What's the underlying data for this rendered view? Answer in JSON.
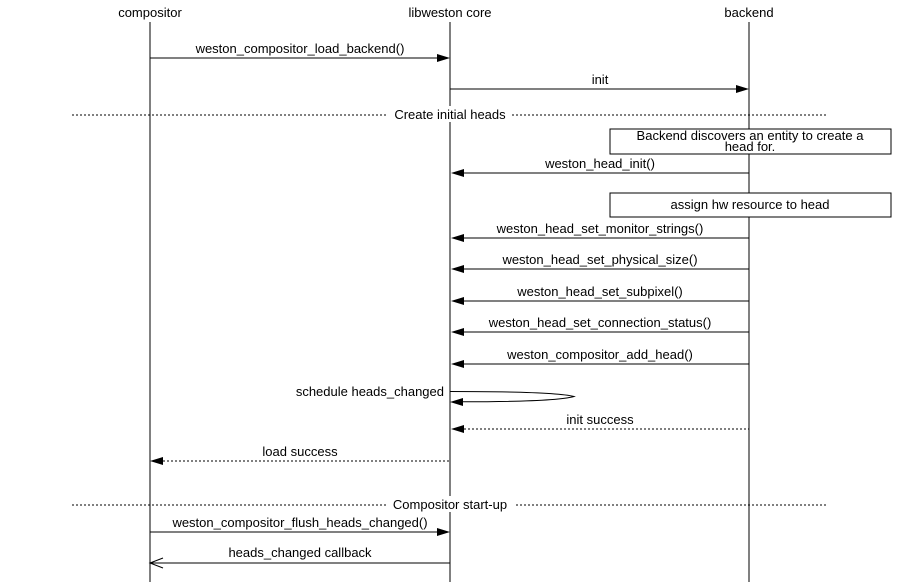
{
  "colors": {
    "background": "#ffffff",
    "line": "#000000",
    "text": "#000000"
  },
  "diagram": {
    "type": "sequence-diagram",
    "actors": [
      {
        "label": "compositor"
      },
      {
        "label": "libweston core"
      },
      {
        "label": "backend"
      }
    ],
    "messages": [
      {
        "label": "weston_compositor_load_backend()",
        "from": "compositor",
        "to": "libweston core",
        "line": "solid",
        "arrow": "filled"
      },
      {
        "label": "init",
        "from": "libweston core",
        "to": "backend",
        "line": "solid",
        "arrow": "filled"
      },
      {
        "label": "weston_head_init()",
        "from": "backend",
        "to": "libweston core",
        "line": "solid",
        "arrow": "filled"
      },
      {
        "label": "weston_head_set_monitor_strings()",
        "from": "backend",
        "to": "libweston core",
        "line": "solid",
        "arrow": "filled"
      },
      {
        "label": "weston_head_set_physical_size()",
        "from": "backend",
        "to": "libweston core",
        "line": "solid",
        "arrow": "filled"
      },
      {
        "label": "weston_head_set_subpixel()",
        "from": "backend",
        "to": "libweston core",
        "line": "solid",
        "arrow": "filled"
      },
      {
        "label": "weston_head_set_connection_status()",
        "from": "backend",
        "to": "libweston core",
        "line": "solid",
        "arrow": "filled"
      },
      {
        "label": "weston_compositor_add_head()",
        "from": "backend",
        "to": "libweston core",
        "line": "solid",
        "arrow": "filled"
      },
      {
        "label": "schedule heads_changed",
        "from": "libweston core",
        "to": "libweston core",
        "line": "self-loop",
        "arrow": "filled"
      },
      {
        "label": "init success",
        "from": "backend",
        "to": "libweston core",
        "line": "dotted",
        "arrow": "filled"
      },
      {
        "label": "load success",
        "from": "libweston core",
        "to": "compositor",
        "line": "dotted",
        "arrow": "filled"
      },
      {
        "label": "weston_compositor_flush_heads_changed()",
        "from": "compositor",
        "to": "libweston core",
        "line": "solid",
        "arrow": "filled"
      },
      {
        "label": "heads_changed callback",
        "from": "libweston core",
        "to": "compositor",
        "line": "solid",
        "arrow": "open"
      }
    ],
    "dividers": [
      {
        "label": "Create initial heads"
      },
      {
        "label": "Compositor start-up"
      }
    ],
    "notes": [
      {
        "lines": [
          "Backend discovers an entity to create a",
          "head for."
        ]
      },
      {
        "lines": [
          "assign hw resource to head"
        ]
      }
    ]
  }
}
